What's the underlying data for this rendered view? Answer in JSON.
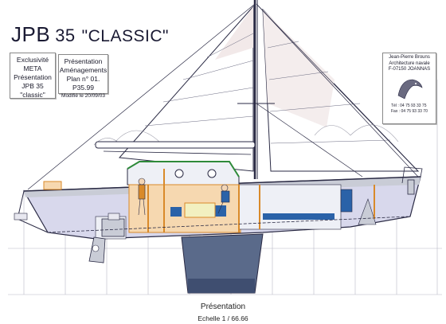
{
  "header": {
    "brand": "JPB",
    "model": "35",
    "name": "\"CLASSIC\""
  },
  "info_box_1": {
    "line1": "Exclusivité",
    "line2": "META",
    "line3": "Présentation",
    "line4": "JPB 35 \"classic\""
  },
  "info_box_2": {
    "line1": "Présentation",
    "line2": "Aménagements",
    "line3": "Plan n° 01. P35.99",
    "line4": "Modifié le  20/09/03"
  },
  "architect": {
    "name": "Jean-Pierre Brouns",
    "title": "Architecture navale",
    "address": "F-07150 JOANNAS",
    "tel": "Tél : 04 75 93 33 75",
    "fax": "Fax : 04 75 93 33 70"
  },
  "footer": {
    "label": "Présentation",
    "scale": "Echelle 1 / 66.66"
  },
  "colors": {
    "line": "#2a2a44",
    "hull_water": "#d8d8ec",
    "keel": "#5a6a8a",
    "cabin_wood": "#d98a2a",
    "cabin_fill": "#f6d8b0",
    "cushion": "#2a62a8",
    "deck_green": "#2e8a3a",
    "sail_shade": "#f2e9e9",
    "grey_fill": "#c9ccd6"
  }
}
